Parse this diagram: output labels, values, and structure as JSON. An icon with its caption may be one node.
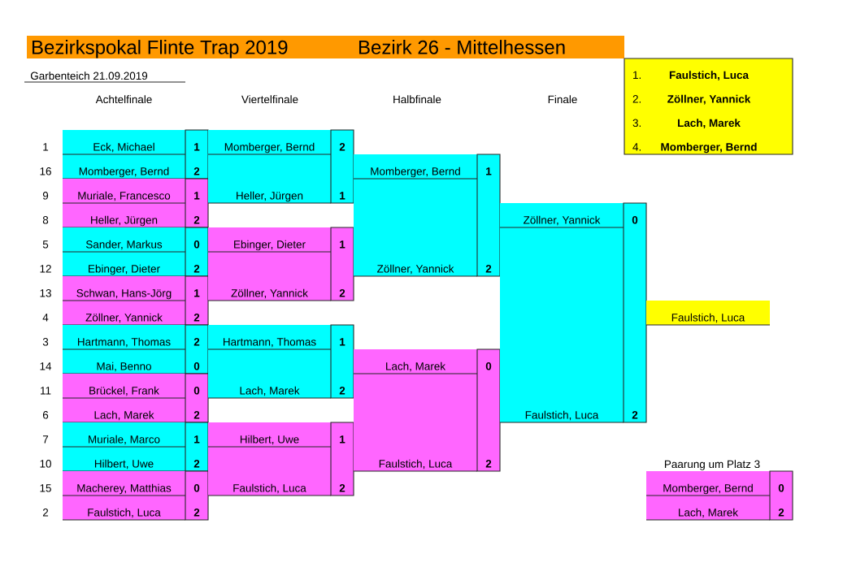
{
  "diagram": {
    "title": "Bezirkspokal Flinte Trap 2019",
    "nodes": [
      {
        "text": [
          "1.",
          "Faulstich, Luca",
          "2.",
          "Zöllner, Yannick",
          "3.",
          "Lach, Marek",
          "4.",
          "Momberger, Bernd"
        ]
      },
      {
        "text": [
          "Eck, Michael",
          "1",
          "Momberger, Bernd",
          "2"
        ]
      },
      {
        "text": [
          "Muriale, Francesco",
          "1",
          "Heller, Jürgen",
          "2"
        ]
      },
      {
        "text": [
          "Sander, Markus",
          "0",
          "Ebinger, Dieter",
          "2"
        ]
      },
      {
        "text": [
          "Schwan, Hans-Jörg",
          "1",
          "Zöllner, Yannick",
          "2"
        ]
      },
      {
        "text": [
          "Hartmann, Thomas",
          "2",
          "Mai, Benno",
          "0"
        ]
      },
      {
        "text": [
          "Brückel, Frank",
          "0",
          "Lach, Marek",
          "2"
        ]
      },
      {
        "text": [
          "Muriale, Marco",
          "1",
          "Hilbert, Uwe",
          "2"
        ]
      },
      {
        "text": [
          "Macherey, Matthias",
          "0",
          "Faulstich, Luca",
          "2"
        ]
      },
      {
        "text": [
          "Momberger, Bernd",
          "2",
          "Heller, Jürgen",
          "1"
        ]
      },
      {
        "text": [
          "Ebinger, Dieter",
          "1",
          "Zöllner, Yannick",
          "2"
        ]
      },
      {
        "text": [
          "Hartmann, Thomas",
          "1",
          "Lach, Marek",
          "2"
        ]
      },
      {
        "text": [
          "Hilbert, Uwe",
          "1",
          "Faulstich, Luca",
          "2"
        ]
      },
      {
        "text": [
          "Momberger, Bernd",
          "1",
          "Zöllner, Yannick",
          "2"
        ]
      },
      {
        "text": [
          "Lach, Marek",
          "0",
          "Faulstich, Luca",
          "2"
        ]
      },
      {
        "text": [
          "Zöllner, Yannick",
          "0",
          "Faulstich, Luca",
          "2"
        ]
      },
      {
        "text": [
          "Faulstich, Luca"
        ]
      },
      {
        "text": [
          "Paarung um Platz 3",
          "Momberger, Bernd",
          "0",
          "Lach, Marek",
          "2"
        ]
      }
    ],
    "labels": [
      "Bezirk 26 - Mittelhessen",
      "Garbenteich 21.09.2019",
      "Achtelfinale",
      "Viertelfinale",
      "Halbfinale",
      "Finale",
      "1",
      "16",
      "9",
      "8",
      "5",
      "12",
      "13",
      "4",
      "3",
      "14",
      "11",
      "6",
      "7",
      "10",
      "15",
      "2"
    ]
  }
}
